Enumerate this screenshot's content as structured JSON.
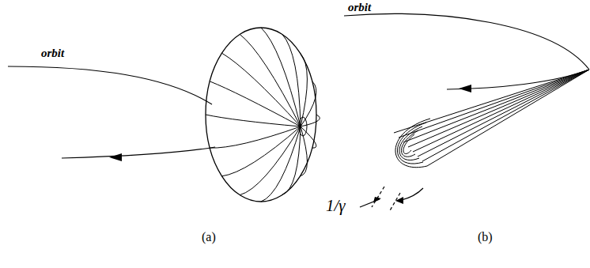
{
  "diagram": {
    "labels": [
      "orbit",
      "(a)",
      "orbit",
      "1/γ",
      "(b)"
    ]
  }
}
